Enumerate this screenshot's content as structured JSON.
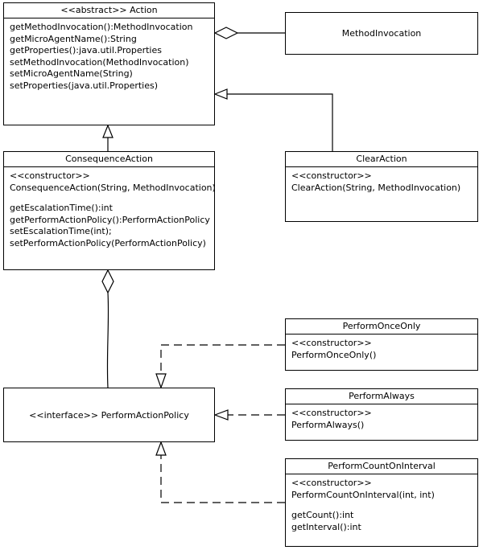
{
  "action": {
    "title": "<<abstract>> Action",
    "methods": [
      "getMethodInvocation():MethodInvocation",
      "getMicroAgentName():String",
      "getProperties():java.util.Properties",
      "setMethodInvocation(MethodInvocation)",
      "setMicroAgentName(String)",
      "setProperties(java.util.Properties)"
    ]
  },
  "method_invocation": {
    "title": "MethodInvocation"
  },
  "consequence_action": {
    "title": "ConsequenceAction",
    "stereotype": "<<constructor>>",
    "constructor": "ConsequenceAction(String, MethodInvocation)",
    "methods": [
      "getEscalationTime():int",
      "getPerformActionPolicy():PerformActionPolicy",
      "setEscalationTime(int);",
      "setPerformActionPolicy(PerformActionPolicy)"
    ]
  },
  "clear_action": {
    "title": "ClearAction",
    "stereotype": "<<constructor>>",
    "constructor": "ClearAction(String, MethodInvocation)"
  },
  "perform_action_policy": {
    "title": "<<interface>> PerformActionPolicy"
  },
  "perform_once_only": {
    "title": "PerformOnceOnly",
    "stereotype": "<<constructor>>",
    "constructor": "PerformOnceOnly()"
  },
  "perform_always": {
    "title": "PerformAlways",
    "stereotype": "<<constructor>>",
    "constructor": "PerformAlways()"
  },
  "perform_count_on_interval": {
    "title": "PerformCountOnInterval",
    "stereotype": "<<constructor>>",
    "constructor": "PerformCountOnInterval(int, int)",
    "methods": [
      "getCount():int",
      "getInterval():int"
    ]
  }
}
